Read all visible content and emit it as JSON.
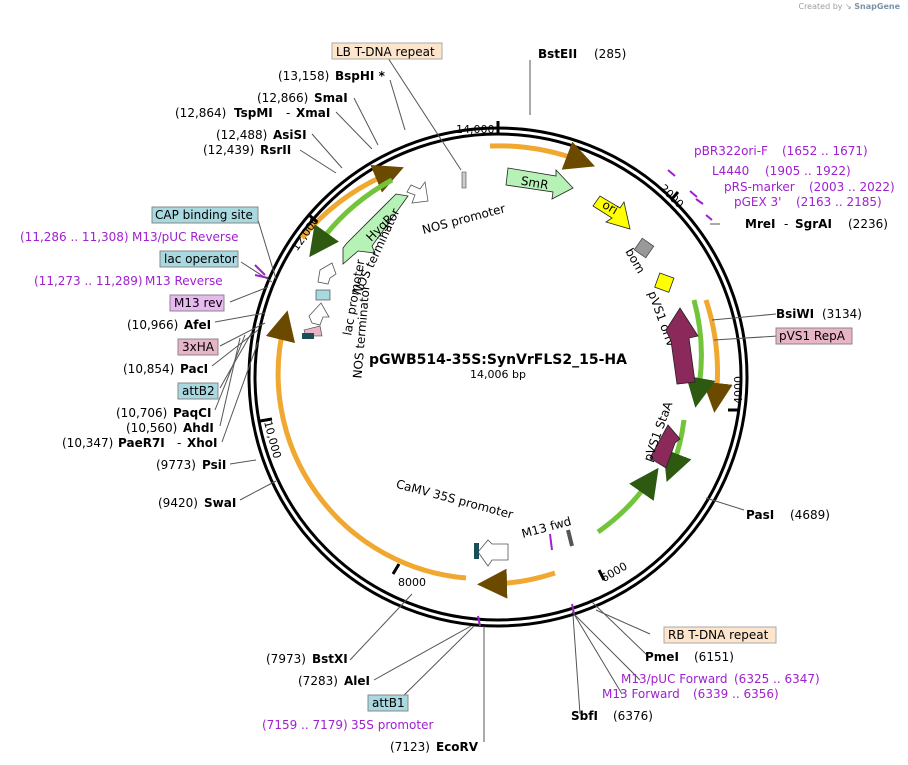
{
  "plasmid": {
    "name": "pGWB514-35S:SynVrFLS2_15-HA",
    "size": "14,006 bp",
    "length_bp": 14006
  },
  "credit": {
    "prefix": "Created by",
    "brand": "SnapGene"
  },
  "colors": {
    "backbone": "#000000",
    "orange_arrow": "#f0a830",
    "green_arrow": "#72c43b",
    "feature_green": "#b6f2b6",
    "feature_yellow": "#ffff00",
    "feature_maroon": "#8b2a5a",
    "label_orange_box": "#fde5cc",
    "label_blue_box": "#a8d8e0",
    "label_pink_box": "#e8b4c8",
    "label_purple_box": "#e8b8f0",
    "primer_purple": "#a020d0"
  },
  "ticks": [
    "2000",
    "4000",
    "6000",
    "8000",
    "10,000",
    "12,000",
    "14,000"
  ],
  "enzymes_left": [
    {
      "pos": "(13,158)",
      "name": "BspHI *"
    },
    {
      "pos": "(12,866)",
      "name": "SmaI"
    },
    {
      "pos": "(12,864)",
      "name": "TspMI",
      "name2": "XmaI"
    },
    {
      "pos": "(12,488)",
      "name": "AsiSI"
    },
    {
      "pos": "(12,439)",
      "name": "RsrII"
    },
    {
      "pos": "(10,966)",
      "name": "AfeI"
    },
    {
      "pos": "(10,854)",
      "name": "PacI"
    },
    {
      "pos": "(10,706)",
      "name": "PaqCI"
    },
    {
      "pos": "(10,560)",
      "name": "AhdI"
    },
    {
      "pos": "(10,347)",
      "name": "PaeR7I",
      "name2": "XhoI"
    },
    {
      "pos": "(9773)",
      "name": "PsiI"
    },
    {
      "pos": "(9420)",
      "name": "SwaI"
    },
    {
      "pos": "(7973)",
      "name": "BstXI"
    },
    {
      "pos": "(7283)",
      "name": "AleI"
    },
    {
      "pos": "(7123)",
      "name": "EcoRV"
    }
  ],
  "enzymes_right": [
    {
      "name": "BstEII",
      "pos": "(285)"
    },
    {
      "name": "MreI",
      "name2": "SgrAI",
      "pos": "(2236)"
    },
    {
      "name": "BsiWI",
      "pos": "(3134)"
    },
    {
      "name": "PasI",
      "pos": "(4689)"
    },
    {
      "name": "PmeI",
      "pos": "(6151)"
    },
    {
      "name": "SbfI",
      "pos": "(6376)"
    }
  ],
  "primers": [
    {
      "name": "pBR322ori-F",
      "range": "(1652 .. 1671)"
    },
    {
      "name": "L4440",
      "range": "(1905 .. 1922)"
    },
    {
      "name": "pRS-marker",
      "range": "(2003 .. 2022)"
    },
    {
      "name": "pGEX 3'",
      "range": "(2163 .. 2185)"
    },
    {
      "name": "M13/pUC Reverse",
      "range": "(11,286 .. 11,308)"
    },
    {
      "name": "M13 Reverse",
      "range": "(11,273 .. 11,289)"
    },
    {
      "name": "M13/pUC Forward",
      "range": "(6325 .. 6347)"
    },
    {
      "name": "M13 Forward",
      "range": "(6339 .. 6356)"
    },
    {
      "name": "35S promoter",
      "range": "(7159 .. 7179)"
    }
  ],
  "boxed_labels": {
    "lb_repeat": "LB T-DNA repeat",
    "rb_repeat": "RB T-DNA repeat",
    "cap_site": "CAP binding site",
    "lac_operator": "lac operator",
    "m13_rev": "M13 rev",
    "tag_3xha": "3xHA",
    "attb2": "attB2",
    "attb1": "attB1",
    "pvs1_repa": "pVS1 RepA"
  },
  "inner_features": {
    "smr": "SmR",
    "ori": "ori",
    "bom": "bom",
    "pvs1_oriv": "pVS1 oriV",
    "pvs1_staa": "pVS1 StaA",
    "hygr": "HygR",
    "nos_promoter": "NOS promoter",
    "nos_terminator_1": "NOS terminator",
    "nos_terminator_2": "NOS terminator",
    "lac_promoter": "lac promoter",
    "camv_35s": "CaMV 35S promoter",
    "m13_fwd": "M13 fwd"
  }
}
